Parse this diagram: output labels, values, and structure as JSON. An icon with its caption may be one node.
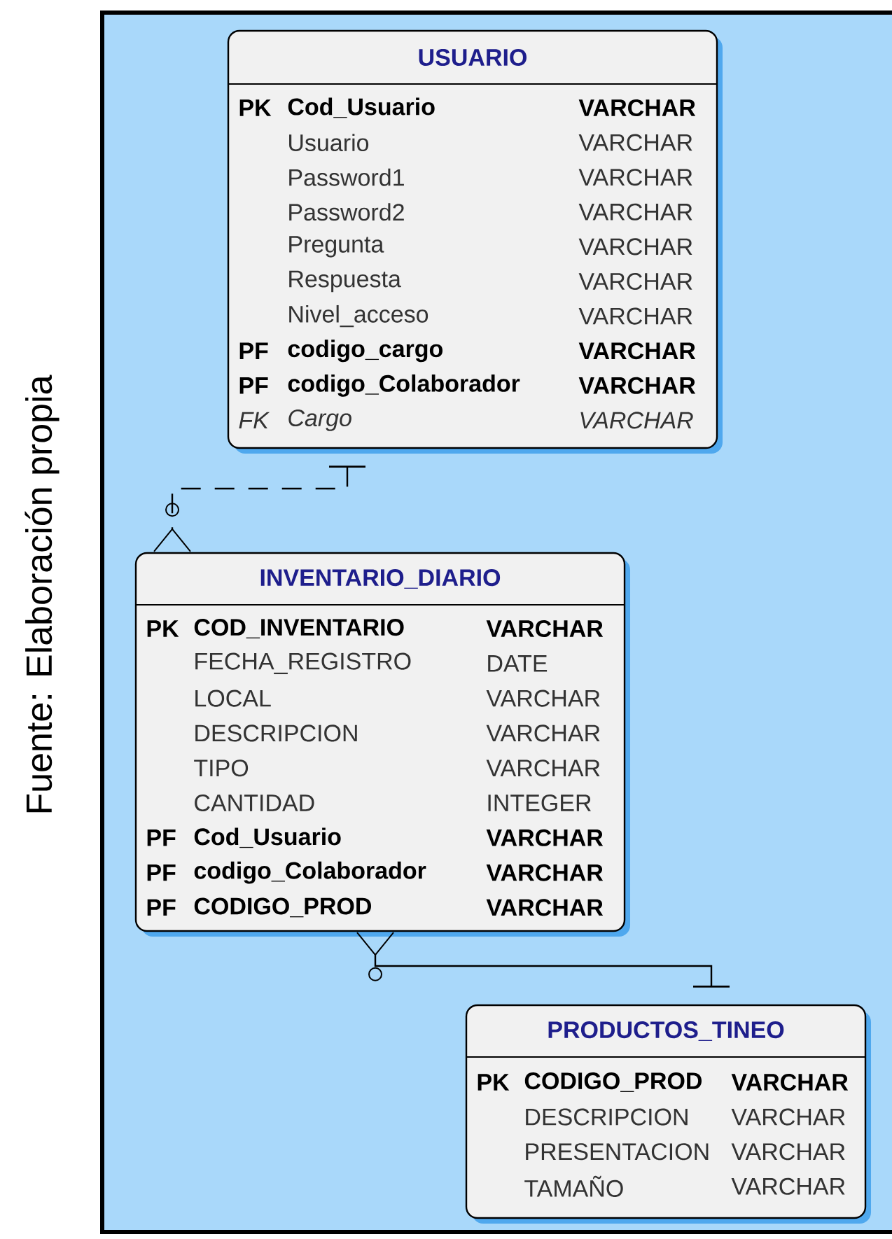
{
  "diagram": {
    "caption": "Fuente: Elaboración propia",
    "nodes": [
      {
        "text": [
          "USUARIO",
          "PK",
          "Cod_Usuario",
          "VARCHAR",
          "Usuario",
          "VARCHAR",
          "Password1",
          "VARCHAR",
          "Password2",
          "VARCHAR",
          "Pregunta",
          "VARCHAR",
          "Respuesta",
          "VARCHAR",
          "Nivel_acceso",
          "VARCHAR",
          "PF",
          "codigo_cargo",
          "VARCHAR",
          "PF",
          "codigo_Colaborador",
          "VARCHAR",
          "FK",
          "Cargo",
          "VARCHAR"
        ]
      },
      {
        "text": [
          "INVENTARIO_DIARIO",
          "PK",
          "COD_INVENTARIO",
          "VARCHAR",
          "FECHA_REGISTRO",
          "DATE",
          "LOCAL",
          "VARCHAR",
          "DESCRIPCION",
          "VARCHAR",
          "TIPO",
          "VARCHAR",
          "CANTIDAD",
          "INTEGER",
          "PF",
          "Cod_Usuario",
          "VARCHAR",
          "PF",
          "codigo_Colaborador",
          "VARCHAR",
          "PF",
          "CODIGO_PROD",
          "VARCHAR"
        ]
      },
      {
        "text": [
          "PRODUCTOS_TINEO",
          "PK",
          "CODIGO_PROD",
          "VARCHAR",
          "DESCRIPCION",
          "VARCHAR",
          "PRESENTACION",
          "VARCHAR",
          "TAMAÑO",
          "VARCHAR"
        ]
      }
    ],
    "edges": [
      {
        "from": 0,
        "to": 1,
        "arrow": "other",
        "style": "dashed"
      },
      {
        "from": 2,
        "to": 1,
        "arrow": "other"
      }
    ]
  }
}
